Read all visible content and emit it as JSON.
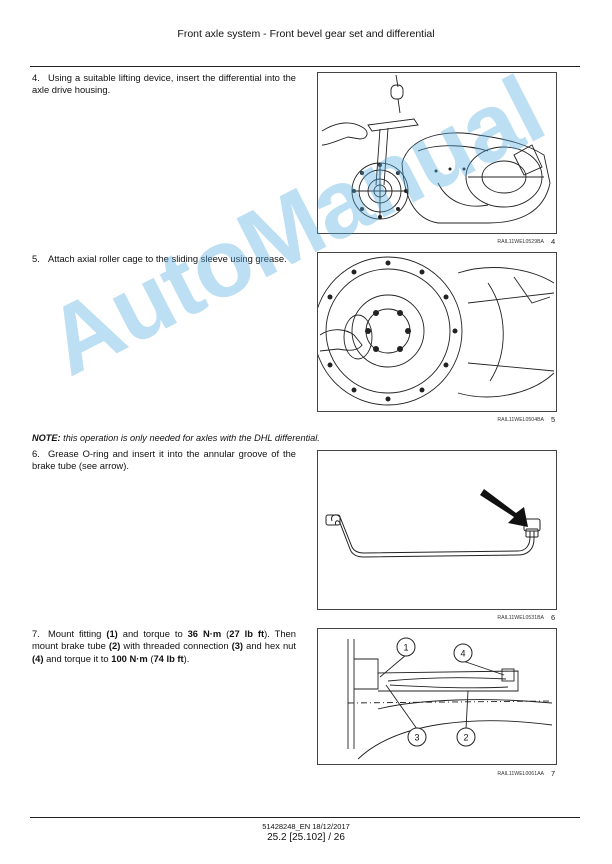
{
  "header": {
    "title": "Front axle system - Front bevel gear set and differential"
  },
  "steps": [
    {
      "num": "4.",
      "parts": [
        {
          "t": "Using a suitable lifting device, insert the differential into the axle drive housing."
        }
      ]
    },
    {
      "num": "5.",
      "parts": [
        {
          "t": "Attach axial roller cage to the sliding sleeve using grease."
        }
      ]
    },
    {
      "num": "6.",
      "parts": [
        {
          "t": "Grease O-ring and insert it into the annular groove of the brake tube (see arrow)."
        }
      ]
    },
    {
      "num": "7.",
      "parts": [
        {
          "t": "Mount fitting "
        },
        {
          "t": "(1)",
          "b": true
        },
        {
          "t": " and torque to "
        },
        {
          "t": "36 N·m",
          "b": true
        },
        {
          "t": " ("
        },
        {
          "t": "27 lb ft",
          "b": true
        },
        {
          "t": "). Then mount brake tube "
        },
        {
          "t": "(2)",
          "b": true
        },
        {
          "t": " with threaded connection "
        },
        {
          "t": "(3)",
          "b": true
        },
        {
          "t": " and hex nut "
        },
        {
          "t": "(4)",
          "b": true
        },
        {
          "t": " and torque it to "
        },
        {
          "t": "100 N·m",
          "b": true
        },
        {
          "t": " ("
        },
        {
          "t": "74 lb ft",
          "b": true
        },
        {
          "t": ")."
        }
      ]
    }
  ],
  "note": {
    "label": "NOTE:",
    "text": " this operation is only needed for axles with the DHL differential."
  },
  "figures": [
    {
      "code": "RAIL11WEL0529BA",
      "num": "4"
    },
    {
      "code": "RAIL11WEL0504BA",
      "num": "5"
    },
    {
      "code": "RAIL11WEL0531BA",
      "num": "6"
    },
    {
      "code": "RAIL11WEL0061AA",
      "num": "7",
      "callouts": [
        "1",
        "4",
        "3",
        "2"
      ]
    }
  ],
  "watermark": "AutoManual",
  "footer": {
    "doc": "51428248_EN 18/12/2017",
    "page": "25.2 [25.102] / 26"
  }
}
